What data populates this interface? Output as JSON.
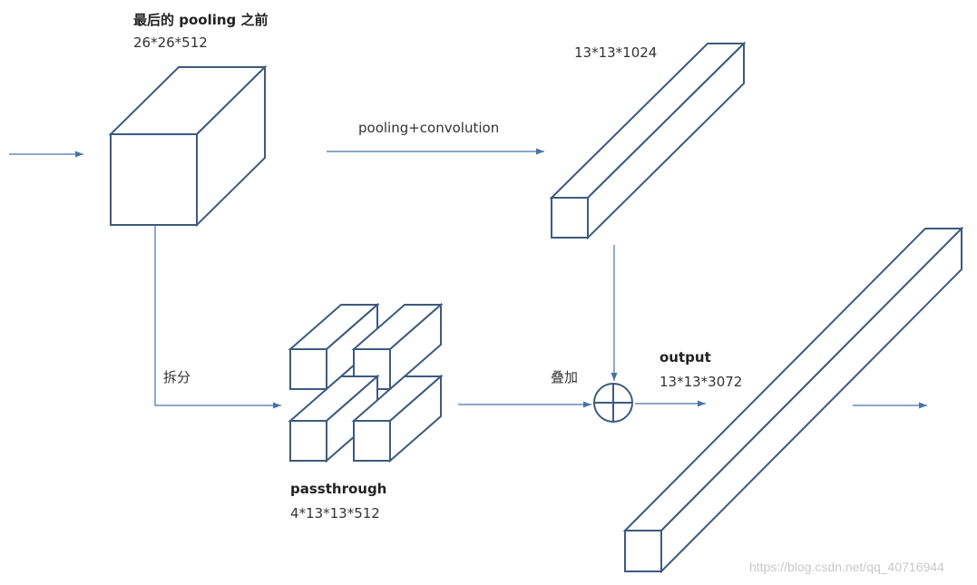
{
  "pre_pool": {
    "title": "最后的 pooling 之前",
    "dims": "26*26*512"
  },
  "top_branch": {
    "dims": "13*13*1024",
    "operation": "pooling+convolution"
  },
  "split": {
    "label": "拆分"
  },
  "passthrough": {
    "title": "passthrough",
    "dims": "4*13*13*512"
  },
  "concat": {
    "label": "叠加"
  },
  "output": {
    "title": "output",
    "dims": "13*13*3072"
  },
  "watermark": "https://blog.csdn.net/qq_40716944",
  "colors": {
    "stroke": "#3d5a80",
    "arrow": "#4a72a8",
    "text": "#333333",
    "watermark": "#c8c8c8"
  }
}
